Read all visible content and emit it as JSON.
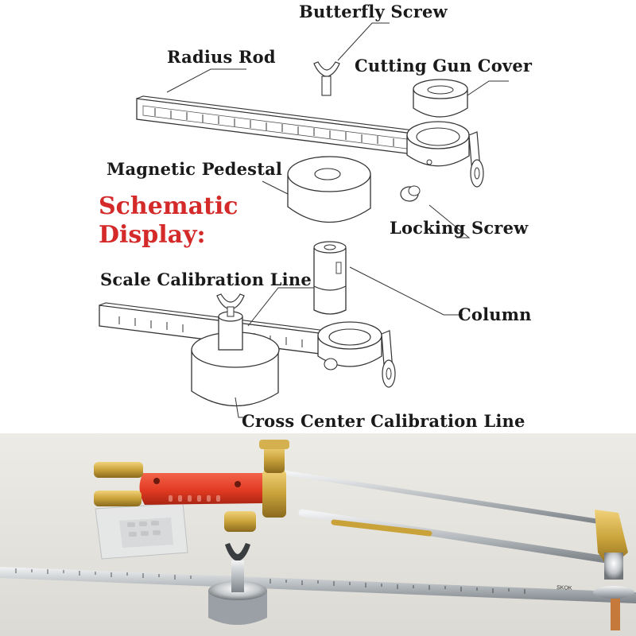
{
  "diagram": {
    "headline_line1": "Schematic",
    "headline_line2": "Display:",
    "labels": {
      "butterfly_screw": "Butterfly Screw",
      "radius_rod": "Radius Rod",
      "cutting_gun_cover": "Cutting Gun Cover",
      "magnetic_pedestal": "Magnetic Pedestal",
      "locking_screw": "Locking Screw",
      "scale_calibration_line": "Scale Calibration Line",
      "column": "Column",
      "cross_center_calibration_line": "Cross Center Calibration Line"
    }
  },
  "photo": {
    "ruler_marking": "SKOK"
  },
  "colors": {
    "headline": "#d42a2a",
    "torch_handle": "#e23a22",
    "brass": "#c9a23a",
    "steel": "#b7bcc0",
    "photo_background": "#e7e6e1"
  }
}
